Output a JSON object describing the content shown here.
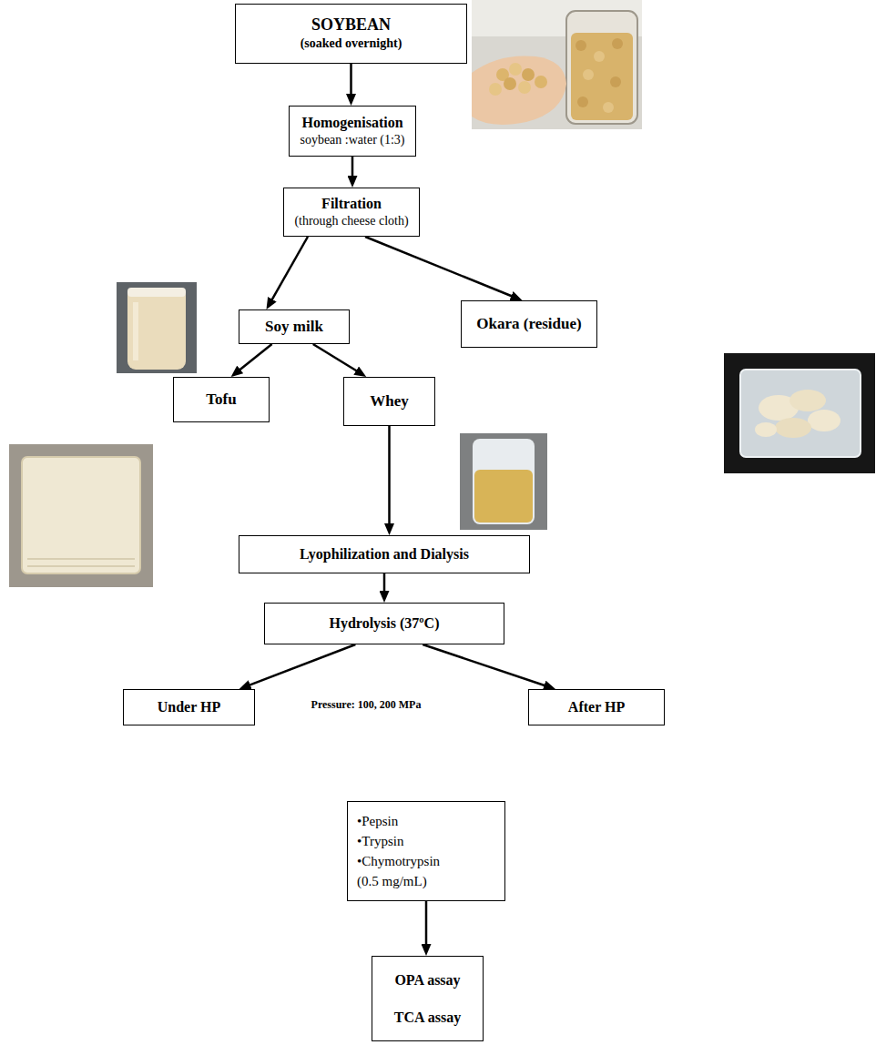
{
  "diagram": {
    "nodes": [
      {
        "text": [
          "SOYBEAN",
          "(soaked overnight)"
        ]
      },
      {
        "text": [
          "Homogenisation",
          "soybean :water (1:3)"
        ]
      },
      {
        "text": [
          "Filtration",
          "(through cheese cloth)"
        ]
      },
      {
        "text": [
          "Soy milk"
        ]
      },
      {
        "text": [
          "Okara (residue)"
        ]
      },
      {
        "text": [
          "Tofu"
        ]
      },
      {
        "text": [
          "Whey"
        ]
      },
      {
        "text": [
          "Lyophilization and Dialysis"
        ]
      },
      {
        "text": [
          "Hydrolysis (37ºC)"
        ]
      },
      {
        "text": [
          "Under HP"
        ]
      },
      {
        "text": [
          "After HP"
        ]
      },
      {
        "text": [
          "•Pepsin",
          "•Trypsin",
          "•Chymotrypsin",
          "(0.5 mg/mL)"
        ]
      },
      {
        "text": [
          "OPA assay",
          "TCA assay"
        ]
      }
    ],
    "edges": [
      {
        "from": 0,
        "to": 1,
        "arrow": "to"
      },
      {
        "from": 1,
        "to": 2,
        "arrow": "to"
      },
      {
        "from": 2,
        "to": 3,
        "arrow": "to"
      },
      {
        "from": 2,
        "to": 4,
        "arrow": "to"
      },
      {
        "from": 3,
        "to": 5,
        "arrow": "to"
      },
      {
        "from": 3,
        "to": 6,
        "arrow": "to"
      },
      {
        "from": 6,
        "to": 7,
        "arrow": "to"
      },
      {
        "from": 7,
        "to": 8,
        "arrow": "to"
      },
      {
        "from": 8,
        "to": 9,
        "arrow": "to"
      },
      {
        "from": 8,
        "to": 10,
        "arrow": "to"
      },
      {
        "from": 11,
        "to": 12,
        "arrow": "to"
      }
    ],
    "labels": [
      "Pressure: 100, 200 MPa"
    ]
  }
}
